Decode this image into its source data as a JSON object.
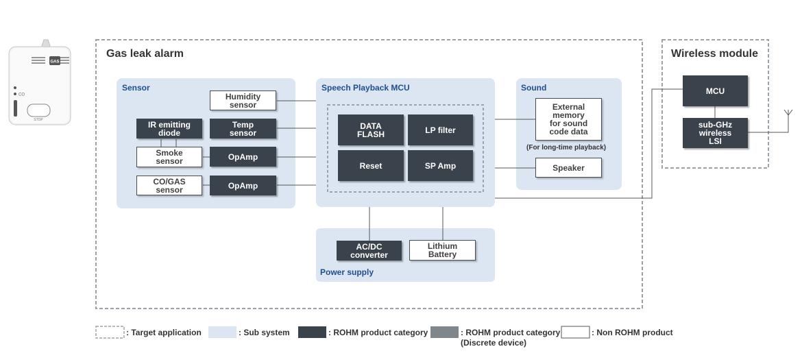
{
  "frames": {
    "gas_leak_alarm": "Gas leak alarm",
    "wireless_module": "Wireless module"
  },
  "device_image": {
    "badge_text": "GAS",
    "co_text": "CO",
    "button_text": "STOP"
  },
  "subsystems": {
    "sensor": "Sensor",
    "speech_mcu": "Speech Playback MCU",
    "sound": "Sound",
    "power_supply": "Power supply"
  },
  "blocks": {
    "humidity_sensor": "Humidity\nsensor",
    "ir_emitting_diode": "IR emitting\ndiode",
    "temp_sensor": "Temp\nsensor",
    "smoke_sensor": "Smoke\nsensor",
    "opamp_1": "OpAmp",
    "co_gas_sensor": "CO/GAS\nsensor",
    "opamp_2": "OpAmp",
    "data_flash": "DATA\nFLASH",
    "lp_filter": "LP filter",
    "reset": "Reset",
    "sp_amp": "SP Amp",
    "external_memory": "External\nmemory\nfor sound\ncode data",
    "speaker": "Speaker",
    "ac_dc_converter": "AC/DC\nconverter",
    "lithium_battery": "Lithium\nBattery",
    "mcu": "MCU",
    "sub_ghz_lsi": "sub-GHz\nwireless\nLSI"
  },
  "notes": {
    "long_time_playback": "(For long-time playback)"
  },
  "legend": {
    "target_application": ": Target application",
    "sub_system": ": Sub system",
    "rohm_product_category": ": ROHM product category",
    "rohm_discrete": ": ROHM product category\n(Discrete device)",
    "non_rohm": ": Non ROHM product"
  },
  "colors": {
    "subsystem_fill": "#dce6f2",
    "rohm_block": "#3a434b",
    "rohm_discrete": "#7f868c",
    "frame_dash": "#9aa3ab",
    "subsystem_label": "#1f4e8c",
    "connector": "#555555"
  }
}
